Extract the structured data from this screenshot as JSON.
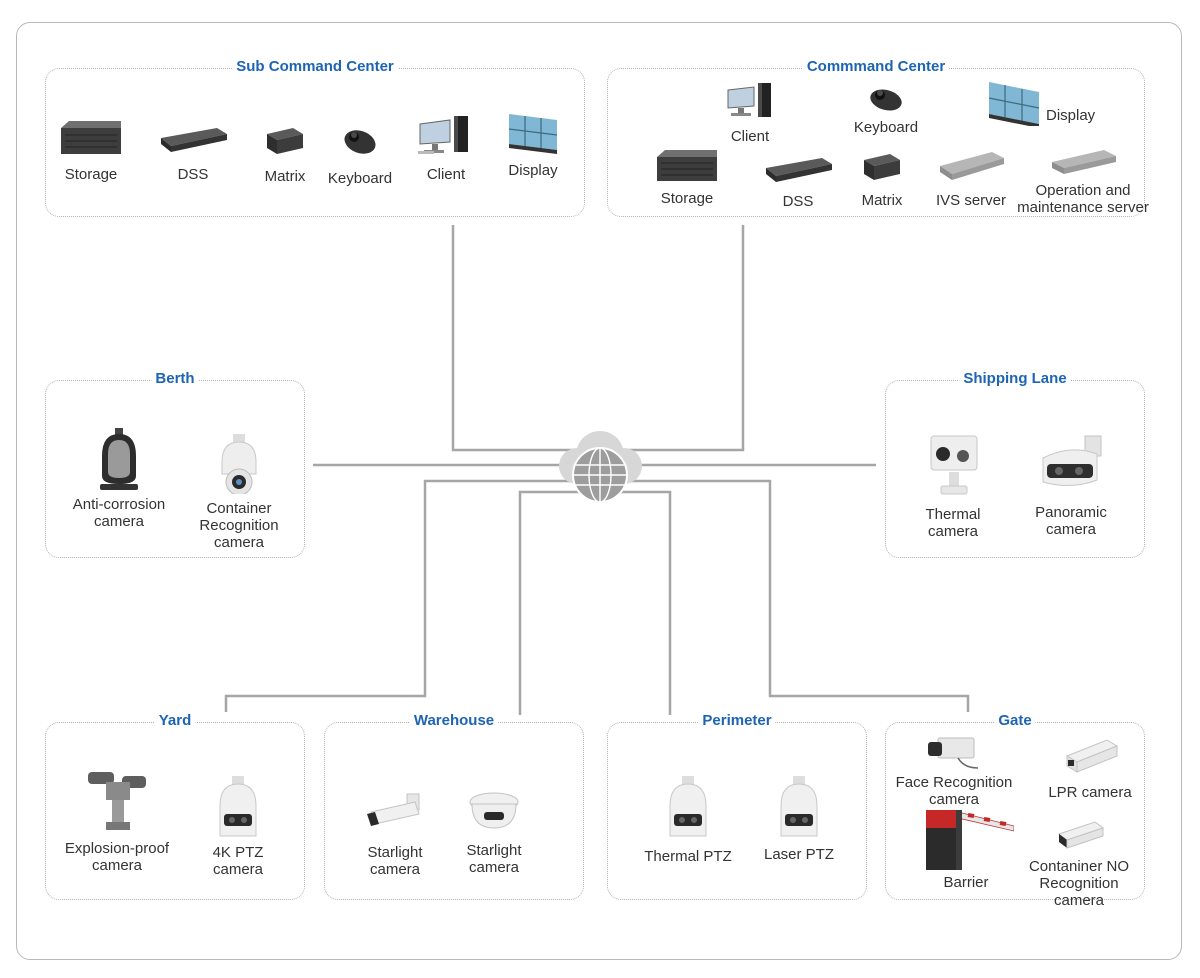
{
  "groups": {
    "sub_command_center": {
      "title": "Sub Command Center",
      "items": [
        "Storage",
        "DSS",
        "Matrix",
        "Keyboard",
        "Client",
        "Display"
      ]
    },
    "command_center": {
      "title": "Commmand Center",
      "items": [
        "Client",
        "Keyboard",
        "Display",
        "Storage",
        "DSS",
        "Matrix",
        "IVS server",
        "Operation and\nmaintenance server"
      ]
    },
    "berth": {
      "title": "Berth",
      "items": [
        "Anti-corrosion\ncamera",
        "Container\nRecognition\ncamera"
      ]
    },
    "shipping_lane": {
      "title": "Shipping Lane",
      "items": [
        "Thermal\ncamera",
        "Panoramic\ncamera"
      ]
    },
    "yard": {
      "title": "Yard",
      "items": [
        "Explosion-proof\ncamera",
        "4K PTZ\ncamera"
      ]
    },
    "warehouse": {
      "title": "Warehouse",
      "items": [
        "Starlight\ncamera",
        "Starlight\ncamera"
      ]
    },
    "perimeter": {
      "title": "Perimeter",
      "items": [
        "Thermal PTZ",
        "Laser PTZ"
      ]
    },
    "gate": {
      "title": "Gate",
      "items": [
        "Face Recognition\ncamera",
        "LPR camera",
        "Barrier",
        "Contaniner NO\nRecognition\ncamera"
      ]
    }
  },
  "network_icon": "globe-cloud-icon",
  "colors": {
    "title": "#1e64b4",
    "line": "#a6a6a6",
    "border": "#b0b0b0"
  }
}
